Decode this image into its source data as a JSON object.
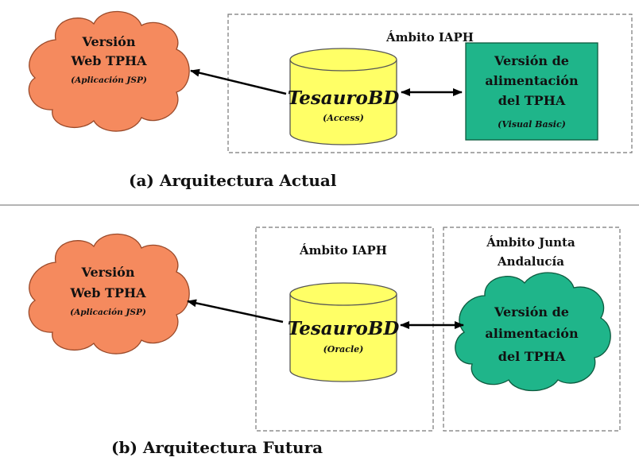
{
  "section_a": {
    "web_version": {
      "line1": "Versión",
      "line2": "Web TPHA",
      "line3": "(Aplicación JSP)"
    },
    "scope": "Ámbito IAPH",
    "database": {
      "name": "TesauroBD",
      "engine": "(Access)"
    },
    "feed_version": {
      "line1": "Versión de",
      "line2": "alimentación",
      "line3": "del TPHA",
      "line4": "(Visual Basic)"
    },
    "caption": "(a) Arquitectura Actual"
  },
  "section_b": {
    "web_version": {
      "line1": "Versión",
      "line2": "Web TPHA",
      "line3": "(Aplicación JSP)"
    },
    "scope_iaph": "Ámbito IAPH",
    "scope_junta": {
      "line1": "Ámbito Junta",
      "line2": "Andalucía"
    },
    "database": {
      "name": "TesauroBD",
      "engine": "(Oracle)"
    },
    "feed_version": {
      "line1": "Versión de",
      "line2": "alimentación",
      "line3": "del TPHA"
    },
    "caption": "(b) Arquitectura Futura"
  },
  "colors": {
    "cloud_orange": "#f58a5e",
    "database_yellow": "#ffff66",
    "feed_green": "#1fb58a",
    "cloud_green": "#1fb58a",
    "scope_border": "#777777"
  }
}
